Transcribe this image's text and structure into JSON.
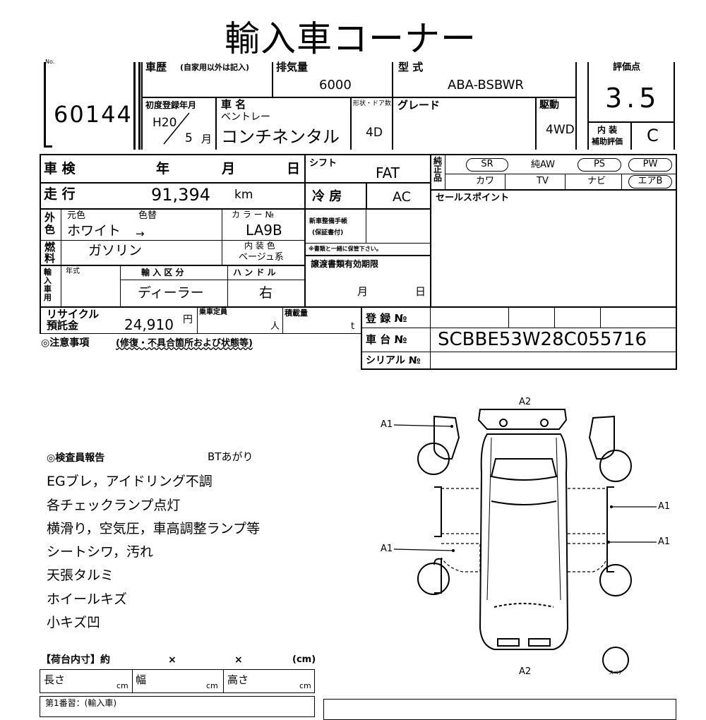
{
  "title": "輸入車コーナー",
  "lot": {
    "label": "No.",
    "number": "60144"
  },
  "history": {
    "label": "車歴",
    "note": "(自家用以外は記入)"
  },
  "displacement": {
    "label": "排気量",
    "value": "6000"
  },
  "model_type": {
    "label": "型 式",
    "value": "ABA-BSBWR"
  },
  "score": {
    "label": "評価点",
    "value": "3.5"
  },
  "first_reg": {
    "label": "初度登録年月",
    "era": "H20",
    "month": "5",
    "month_unit": "月"
  },
  "car_name": {
    "label": "車 名",
    "maker": "ベントレー",
    "model": "コンチネンタル"
  },
  "doors": {
    "label": "形状・ドア数",
    "value": "4D"
  },
  "grade": {
    "label": "グレード"
  },
  "drive": {
    "label": "駆動",
    "value": "4WD"
  },
  "interior_grade": {
    "label1": "内 装",
    "label2": "補助評価",
    "value": "C"
  },
  "shaken": {
    "label": "車 検",
    "year": "年",
    "month": "月",
    "day": "日"
  },
  "shift": {
    "label": "シフト",
    "value": "FAT"
  },
  "equipment": {
    "label": "純正品",
    "items": [
      "SR",
      "純AW",
      "PS",
      "PW",
      "カワ",
      "TV",
      "ナビ",
      "エアB"
    ]
  },
  "mileage": {
    "label": "走 行",
    "value": "91,394",
    "unit": "km"
  },
  "aircon": {
    "label": "冷 房",
    "value": "AC"
  },
  "sales_point": {
    "label": "セールスポイント"
  },
  "color": {
    "label": "外色",
    "orig_label": "元色",
    "change_label": "色替",
    "value": "ホワイト",
    "arrow": "→",
    "code_label": "カ ラ ー №",
    "code": "LA9B"
  },
  "maintenance": {
    "label1": "新車整備手帳",
    "label2": "(保証書付)",
    "note": "※書類と一緒に保管下さい。"
  },
  "fuel": {
    "label": "燃料",
    "value": "ガソリン",
    "int_color_label": "内 装 色",
    "int_color": "ベージュ系"
  },
  "docs_expiry": {
    "label": "譲渡書類有効期限",
    "month": "月",
    "day": "日"
  },
  "import": {
    "label": "輸入車用",
    "year_label": "年式",
    "class_label": "輸 入 区 分",
    "class": "ディーラー",
    "handle_label": "ハ ン ド ル",
    "handle": "右"
  },
  "recycle": {
    "label1": "リサイクル",
    "label2": "預託金",
    "value": "24,910",
    "unit": "円"
  },
  "capacity": {
    "label": "乗車定員",
    "unit": "人"
  },
  "load": {
    "label": "積載量",
    "unit": "t"
  },
  "registration": {
    "label": "登 録 №"
  },
  "chassis": {
    "label": "車 台 №",
    "value": "SCBBE53W28C055716"
  },
  "serial": {
    "label": "シリアル №"
  },
  "caution": {
    "label": "◎注意事項",
    "note": "(修復・不具合箇所および状態等)"
  },
  "inspector": {
    "label": "◎検査員報告",
    "header_note": "BTあがり",
    "lines": [
      "EGブレ，アイドリング不調",
      "各チェックランプ点灯",
      "横滑り，空気圧，車高調整ランプ等",
      "シートシワ，汚れ",
      "天張タルミ",
      "ホイールキズ",
      "小キズ凹"
    ]
  },
  "cargo": {
    "label": "【荷台内寸】約",
    "x": "×",
    "unit": "(cm)",
    "length": "長さ",
    "width": "幅",
    "height": "高さ",
    "cm": "cm"
  },
  "bottom": {
    "owner": "第1番習：(輸入車)"
  },
  "diagram": {
    "marks": [
      "A2",
      "A1",
      "A1",
      "A1",
      "A1",
      "A2"
    ],
    "spare": "スペア"
  }
}
